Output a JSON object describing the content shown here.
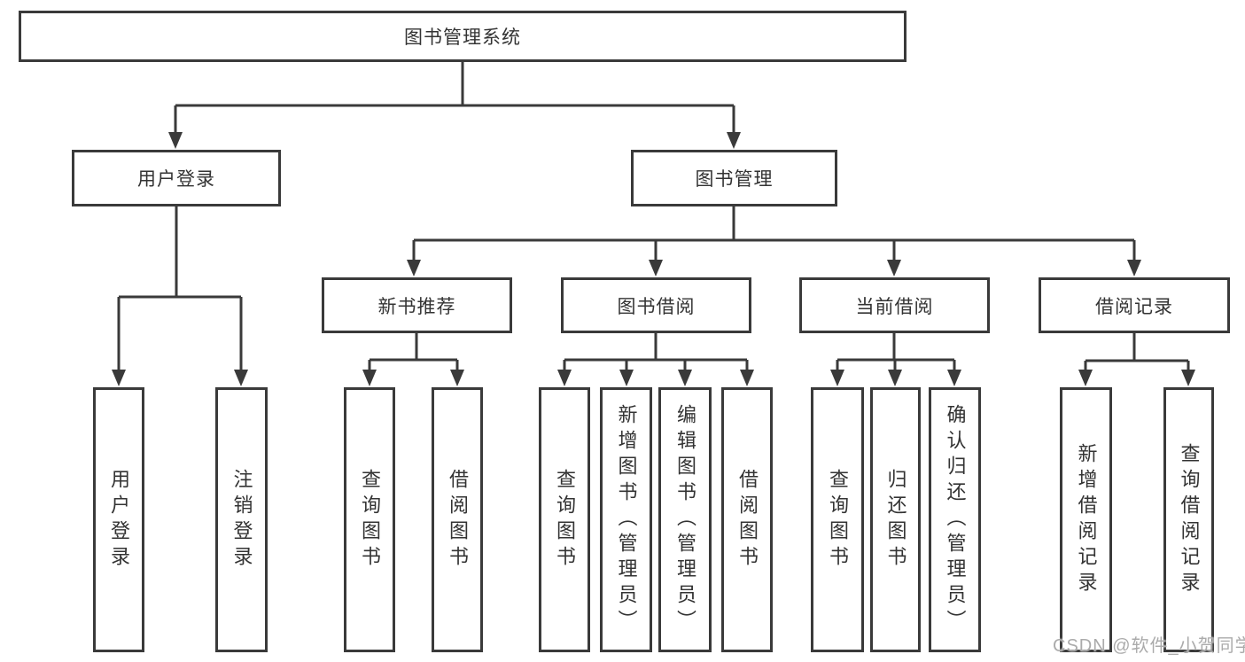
{
  "nodes": {
    "root": "图书管理系统",
    "user_login": "用户登录",
    "book_mgmt": "图书管理",
    "user_login_leaf": "用户登录",
    "logout_leaf": "注销登录",
    "new_book_rec": "新书推荐",
    "book_borrow": "图书借阅",
    "current_borrow": "当前借阅",
    "borrow_records": "借阅记录",
    "nbr_query_books": "查询图书",
    "nbr_borrow_books": "借阅图书",
    "bb_query_books": "查询图书",
    "bb_add_books": "新增图书（管理员）",
    "bb_edit_books": "编辑图书（管理员）",
    "bb_borrow_books": "借阅图书",
    "cb_query_books": "查询图书",
    "cb_return_books": "归还图书",
    "cb_confirm_return": "确认归还（管理员）",
    "br_add_record": "新增借阅记录",
    "br_query_record": "查询借阅记录"
  },
  "watermark": "CSDN @软件_小贺同学",
  "colors": {
    "line": "#3a3a3a",
    "text": "#333333",
    "background": "#ffffff",
    "watermark": "#ababab"
  }
}
